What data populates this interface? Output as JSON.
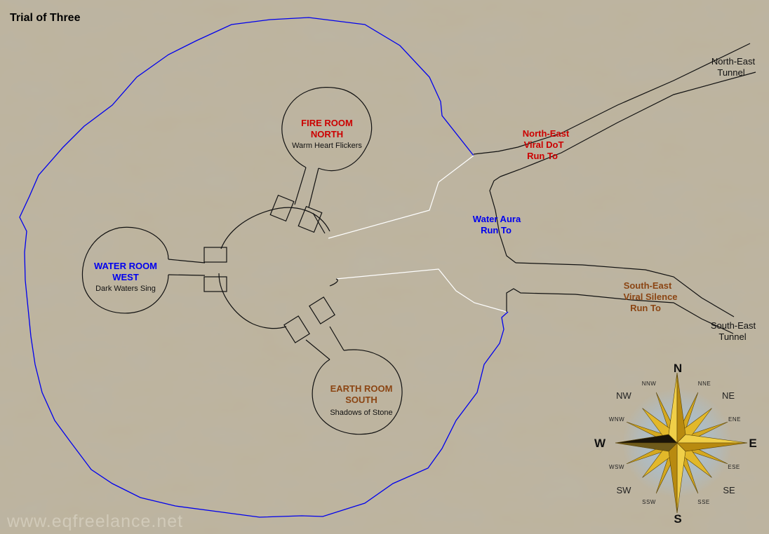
{
  "map": {
    "title": "Trial of Three",
    "watermark": "www.eqfreelance.net"
  },
  "rooms": {
    "fire": {
      "title_line1": "FIRE ROOM",
      "title_line2": "NORTH",
      "subtitle": "Warm Heart Flickers",
      "color": "#cc0000"
    },
    "water": {
      "title_line1": "WATER ROOM",
      "title_line2": "WEST",
      "subtitle": "Dark Waters Sing",
      "color": "#0000ee"
    },
    "earth": {
      "title_line1": "EARTH ROOM",
      "title_line2": "SOUTH",
      "subtitle": "Shadows of Stone",
      "color": "#8b4513"
    }
  },
  "markers": {
    "northeast": {
      "line1": "North-East",
      "line2": "Viral DoT",
      "line3": "Run To",
      "color": "#cc0000"
    },
    "water_aura": {
      "line1": "Water Aura",
      "line2": "Run To",
      "color": "#0000ee"
    },
    "southeast": {
      "line1": "South-East",
      "line2": "Viral Silence",
      "line3": "Run To",
      "color": "#8b4513"
    }
  },
  "tunnels": {
    "northeast": {
      "line1": "North-East",
      "line2": "Tunnel"
    },
    "southeast": {
      "line1": "South-East",
      "line2": "Tunnel"
    }
  },
  "compass": {
    "N": "N",
    "S": "S",
    "E": "E",
    "W": "W",
    "NE": "NE",
    "NW": "NW",
    "SE": "SE",
    "SW": "SW",
    "NNE": "NNE",
    "NNW": "NNW",
    "ENE": "ENE",
    "ESE": "ESE",
    "SSE": "SSE",
    "SSW": "SSW",
    "WNW": "WNW",
    "WSW": "WSW"
  },
  "colors": {
    "background": "#b8ae97",
    "boundary": "#0000ee",
    "walls": "#111111",
    "paths": "#ffffff",
    "compass_gold": "#d8b020"
  }
}
